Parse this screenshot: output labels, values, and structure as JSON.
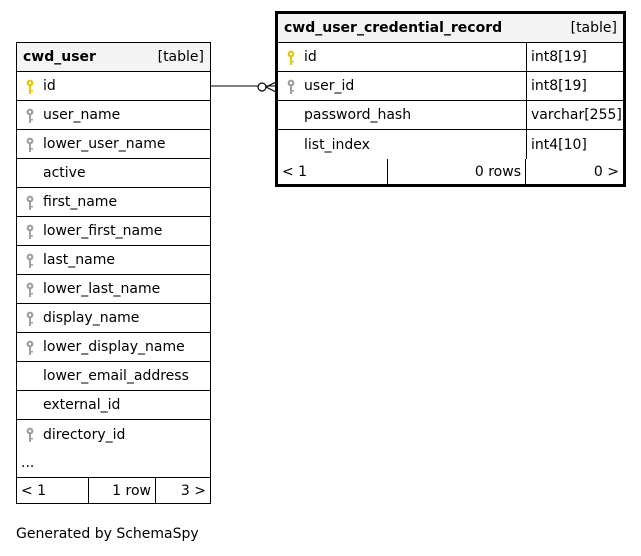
{
  "tables": {
    "cwd_user": {
      "name": "cwd_user",
      "type": "[table]",
      "columns": [
        {
          "name": "id",
          "key": "primary"
        },
        {
          "name": "user_name",
          "key": "index"
        },
        {
          "name": "lower_user_name",
          "key": "index"
        },
        {
          "name": "active",
          "key": "none"
        },
        {
          "name": "first_name",
          "key": "index"
        },
        {
          "name": "lower_first_name",
          "key": "index"
        },
        {
          "name": "last_name",
          "key": "index"
        },
        {
          "name": "lower_last_name",
          "key": "index"
        },
        {
          "name": "display_name",
          "key": "index"
        },
        {
          "name": "lower_display_name",
          "key": "index"
        },
        {
          "name": "lower_email_address",
          "key": "none"
        },
        {
          "name": "external_id",
          "key": "none"
        },
        {
          "name": "directory_id",
          "key": "index"
        }
      ],
      "more": "...",
      "footer": {
        "parents": "< 1",
        "rows": "1 row",
        "children": "3 >"
      }
    },
    "cwd_user_credential_record": {
      "name": "cwd_user_credential_record",
      "type": "[table]",
      "columns": [
        {
          "name": "id",
          "type": "int8[19]",
          "key": "primary"
        },
        {
          "name": "user_id",
          "type": "int8[19]",
          "key": "index"
        },
        {
          "name": "password_hash",
          "type": "varchar[255]",
          "key": "none"
        },
        {
          "name": "list_index",
          "type": "int4[10]",
          "key": "none"
        }
      ],
      "footer": {
        "parents": "< 1",
        "rows": "0 rows",
        "children": "0 >"
      }
    }
  },
  "colors": {
    "primary_key": "#e8c800",
    "index_key": "#a0a0a0",
    "header_bg": "#f4f4f4"
  },
  "caption": "Generated by SchemaSpy"
}
